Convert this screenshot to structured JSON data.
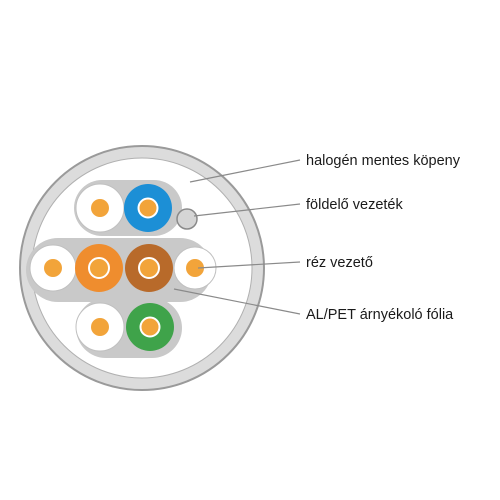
{
  "labels": {
    "jacket": "halogén mentes köpeny",
    "ground_wire": "földelő vezeték",
    "copper_conductor": "réz vezető",
    "foil": "AL/PET árnyékoló fólia"
  },
  "colors": {
    "jacket": "#dcdcdc",
    "jacket_edge": "#9a9a9a",
    "pair_shield": "#c9c9c9",
    "conductor_core": "#f2a43a",
    "pair_blue": "#1c8fd6",
    "pair_orange": "#ef8d2e",
    "pair_brown": "#b86a2a",
    "pair_green": "#3fa34a",
    "leader_line": "#8a8a8a",
    "text": "#1a1a1a"
  }
}
